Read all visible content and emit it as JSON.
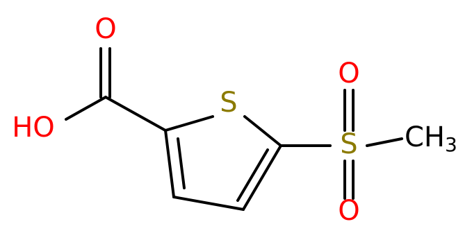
{
  "molecule": {
    "atoms": {
      "ring_sulfur": {
        "symbol": "S",
        "color": "#8b7a00"
      },
      "sulfonyl_sulfur": {
        "symbol": "S",
        "color": "#8b7a00"
      },
      "carbonyl_oxygen": {
        "symbol": "O",
        "color": "#ff0000"
      },
      "hydroxyl": {
        "symbol": "HO",
        "color": "#ff0000"
      },
      "sulfonyl_oxygen_top": {
        "symbol": "O",
        "color": "#ff0000"
      },
      "sulfonyl_oxygen_bottom": {
        "symbol": "O",
        "color": "#ff0000"
      },
      "methyl": {
        "symbol": "CH",
        "subscript": "3",
        "color": "#000000"
      }
    },
    "bond_color": "#000000"
  }
}
